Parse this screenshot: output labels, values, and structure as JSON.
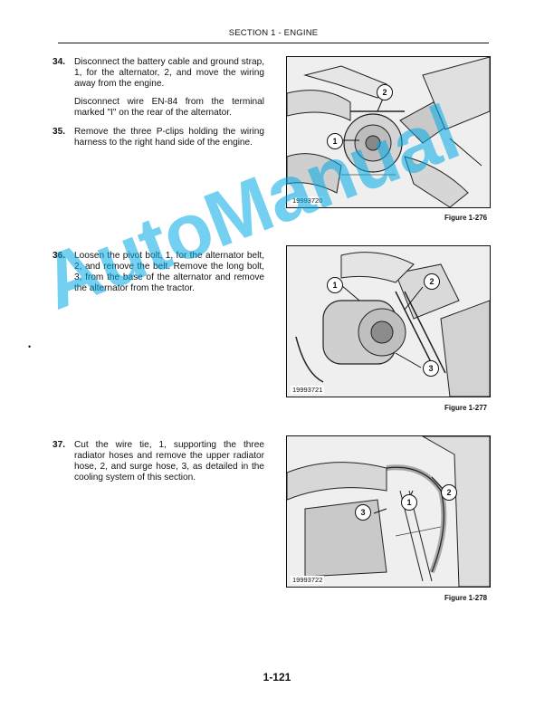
{
  "header": {
    "title": "SECTION 1 - ENGINE"
  },
  "steps": [
    {
      "num": "34.",
      "paras": [
        "Disconnect the battery cable and ground strap, 1, for the alternator, 2, and move the wiring away from the engine.",
        "Disconnect wire EN-84 from the terminal marked \"I\" on the rear of the alternator."
      ]
    },
    {
      "num": "35.",
      "paras": [
        "Remove the three P-clips holding the wiring harness to the right hand side of the engine."
      ]
    },
    {
      "num": "36.",
      "paras": [
        "Loosen the pivot bolt, 1, for the alternator belt, 2, and remove the belt. Remove the long bolt, 3, from the base of the alternator and remove the alternator from the tractor."
      ]
    },
    {
      "num": "37.",
      "paras": [
        "Cut the wire tie, 1, supporting the three radiator hoses and remove the upper radiator hose, 2, and surge hose, 3, as detailed in the cooling system of this section."
      ]
    }
  ],
  "figures": [
    {
      "id": "19993720",
      "caption": "Figure 1-276",
      "callouts": [
        "1",
        "2"
      ]
    },
    {
      "id": "19993721",
      "caption": "Figure 1-277",
      "callouts": [
        "1",
        "2",
        "3"
      ]
    },
    {
      "id": "19993722",
      "caption": "Figure 1-278",
      "callouts": [
        "1",
        "2",
        "3"
      ]
    }
  ],
  "watermark": "AutoManual",
  "page_number": "1-121"
}
